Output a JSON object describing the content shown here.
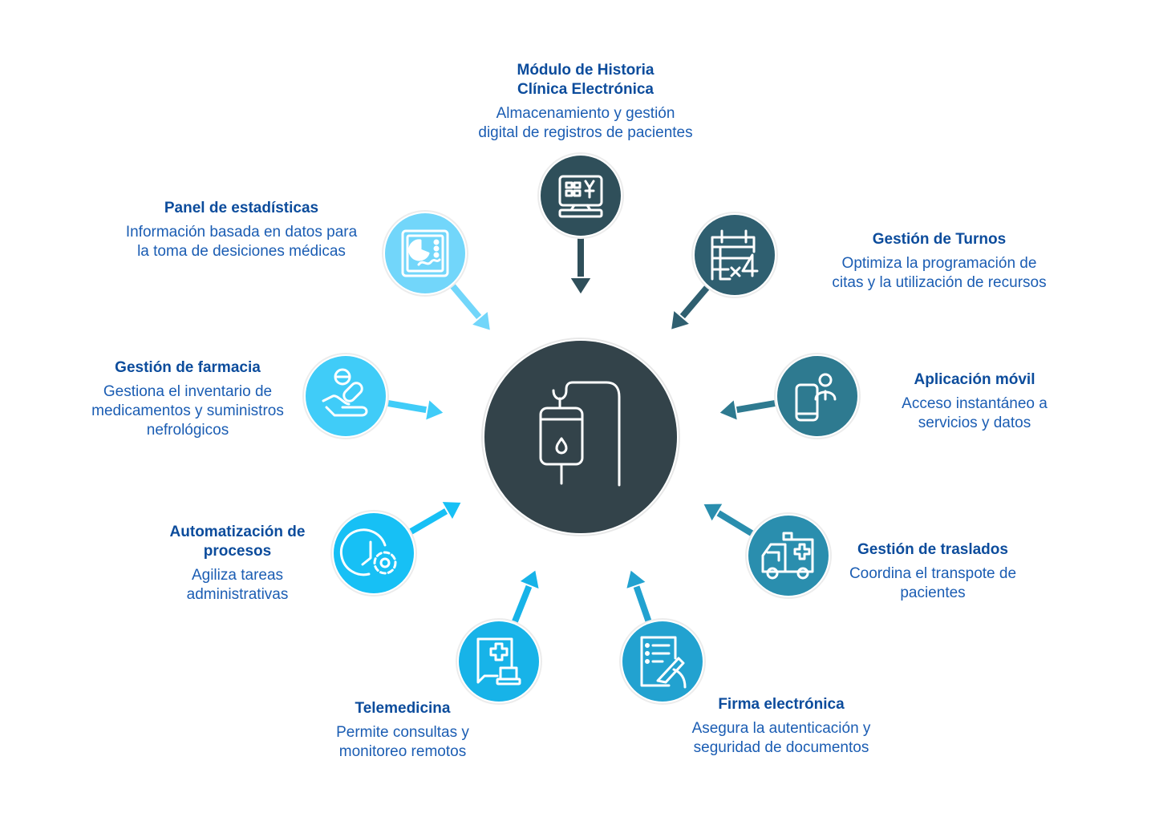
{
  "center": {
    "icon": "iv-drip-icon",
    "color": "#33434a"
  },
  "nodes": [
    {
      "id": "historia",
      "title": [
        "Módulo de Historia",
        "Clínica Electrónica"
      ],
      "desc": [
        "Almacenamiento y gestión",
        "digital de registros de pacientes"
      ],
      "color": "#2f4f5a",
      "icon": "computer-records-icon"
    },
    {
      "id": "turnos",
      "title": [
        "Gestión de Turnos"
      ],
      "desc": [
        "Optimiza la programación de",
        "citas y la utilización de recursos"
      ],
      "color": "#2f5f70",
      "icon": "calendar-icon"
    },
    {
      "id": "movil",
      "title": [
        "Aplicación móvil"
      ],
      "desc": [
        "Acceso instantáneo a",
        "servicios y datos"
      ],
      "color": "#2e7a90",
      "icon": "mobile-user-icon"
    },
    {
      "id": "traslados",
      "title": [
        "Gestión de traslados"
      ],
      "desc": [
        "Coordina el transpote de",
        "pacientes"
      ],
      "color": "#2a8eae",
      "icon": "ambulance-icon"
    },
    {
      "id": "firma",
      "title": [
        "Firma electrónica"
      ],
      "desc": [
        "Asegura la autenticación y",
        "seguridad de documentos"
      ],
      "color": "#22a2d0",
      "icon": "signature-document-icon"
    },
    {
      "id": "tele",
      "title": [
        "Telemedicina"
      ],
      "desc": [
        "Permite consultas y",
        "monitoreo remotos"
      ],
      "color": "#17b3e8",
      "icon": "telemedicine-icon"
    },
    {
      "id": "auto",
      "title": [
        "Automatización de",
        "procesos"
      ],
      "desc": [
        "Agiliza tareas",
        "administrativas"
      ],
      "color": "#17c0f5",
      "icon": "clock-gear-icon"
    },
    {
      "id": "farmacia",
      "title": [
        "Gestión de farmacia"
      ],
      "desc": [
        "Gestiona el inventario de",
        "medicamentos y suministros",
        "nefrológicos"
      ],
      "color": "#40ccf8",
      "icon": "pills-hand-icon"
    },
    {
      "id": "panel",
      "title": [
        "Panel de estadísticas"
      ],
      "desc": [
        "Información basada en datos para",
        "la toma de desiciones médicas"
      ],
      "color": "#72d6fa",
      "icon": "stats-panel-icon"
    }
  ]
}
